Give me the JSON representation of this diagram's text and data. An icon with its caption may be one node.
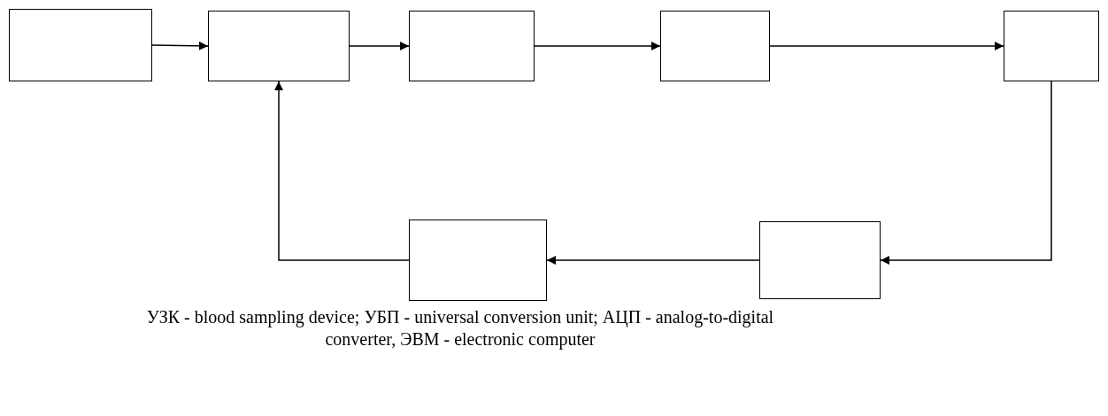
{
  "diagram": {
    "caption": "УЗК - blood sampling device; УБП - universal conversion unit; АЦП - analog-to-digital converter, ЭВМ - electronic computer",
    "nodes": [
      {
        "text": [],
        "shape": "box"
      },
      {
        "text": [],
        "shape": "box"
      },
      {
        "text": [],
        "shape": "box"
      },
      {
        "text": [],
        "shape": "box"
      },
      {
        "text": [],
        "shape": "box"
      },
      {
        "text": [],
        "shape": "box"
      },
      {
        "text": [],
        "shape": "box"
      }
    ],
    "edges": [
      {
        "from": 0,
        "to": 1,
        "arrow": "to"
      },
      {
        "from": 1,
        "to": 2,
        "arrow": "to"
      },
      {
        "from": 2,
        "to": 3,
        "arrow": "to"
      },
      {
        "from": 3,
        "to": 4,
        "arrow": "to"
      },
      {
        "from": 4,
        "to": 6,
        "arrow": "to"
      },
      {
        "from": 6,
        "to": 5,
        "arrow": "to"
      },
      {
        "from": 5,
        "to": 1,
        "arrow": "to"
      }
    ]
  }
}
